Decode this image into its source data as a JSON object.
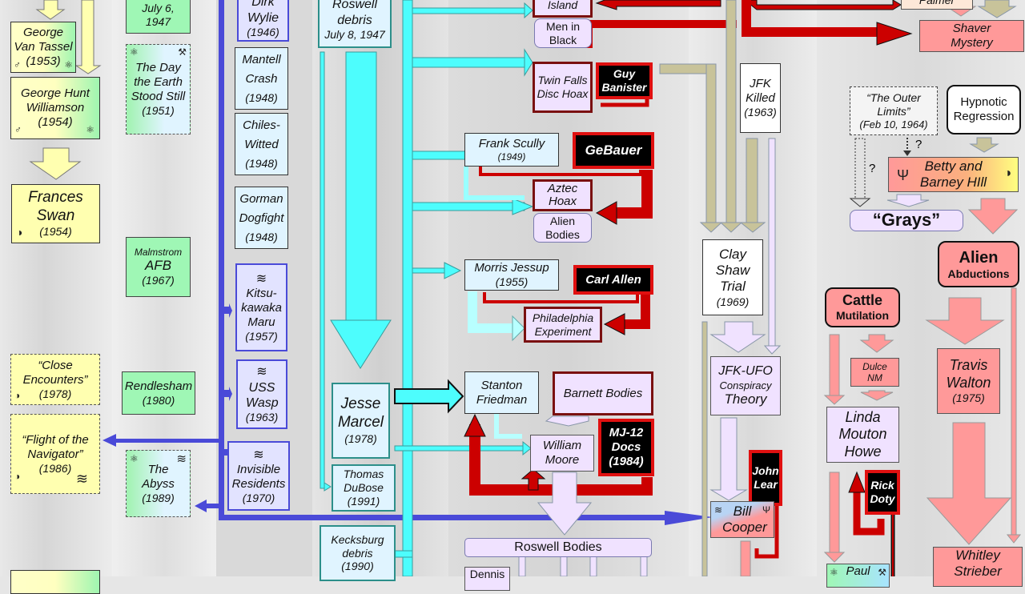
{
  "diagram": {
    "title": "UFO mythology flow chart (partial view)",
    "icons": {
      "alien_head": "alien-head-icon",
      "atom": "atom-icon",
      "wave": "wave-icon",
      "wrench": "wrench-icon",
      "telepathy": "telepathy-head-icon",
      "trident": "trident-icon"
    },
    "colors": {
      "blue_arrow": "#4a4ad8",
      "cyan_arrow": "#4dfdfd",
      "red_arrow": "#c00000",
      "tan_arrow": "#c8c39a",
      "salmon": "#f99999",
      "lavender": "#f0e2ff"
    }
  },
  "nodes": {
    "george_van_tassel": {
      "name": "George Van Tassel",
      "year": "(1953)"
    },
    "george_hunt_williamson": {
      "name": "George Hunt Williamson",
      "year": "(1954)"
    },
    "frances_swan": {
      "name": "Frances Swan",
      "year": "(1954)"
    },
    "close_encounters": {
      "name": "“Close Encounters”",
      "year": "(1978)"
    },
    "flight_navigator": {
      "name": "“Flight of the Navigator”",
      "year": "(1986)"
    },
    "july6": {
      "name": "July 6,",
      "year": "1947"
    },
    "day_earth_stood_still": {
      "name": "The Day the Earth Stood Still",
      "year": "(1951)"
    },
    "malmstrom": {
      "name": "Malmstrom",
      "sub": "AFB",
      "year": "(1967)"
    },
    "rendlesham": {
      "name": "Rendlesham",
      "year": "(1980)"
    },
    "the_abyss": {
      "name": "The Abyss",
      "year": "(1989)"
    },
    "dirk_wylie": {
      "name": "Dirk Wylie",
      "year": "(1946)"
    },
    "mantell": {
      "name": "Mantell Crash",
      "year": "(1948)"
    },
    "chiles_witted": {
      "name": "Chiles-Witted",
      "year": "(1948)"
    },
    "gorman": {
      "name": "Gorman Dogfight",
      "year": "(1948)"
    },
    "kitsukawaka": {
      "name": "Kitsu-kawaka Maru",
      "year": "(1957)"
    },
    "uss_wasp": {
      "name": "USS Wasp",
      "year": "(1963)"
    },
    "invisible_residents": {
      "name": "Invisible Residents",
      "year": "(1970)"
    },
    "roswell_debris": {
      "name": "Roswell debris",
      "year": "July 8, 1947"
    },
    "jesse_marcel": {
      "name": "Jesse Marcel",
      "year": "(1978)"
    },
    "thomas_dubose": {
      "name": "Thomas DuBose",
      "year": "(1991)"
    },
    "kecksburg": {
      "name": "Kecksburg debris",
      "year": "(1990)"
    },
    "maury_island": {
      "name": "Island"
    },
    "men_in_black": {
      "name": "Men in Black"
    },
    "twin_falls": {
      "name": "Twin Falls Disc Hoax"
    },
    "guy_banister": {
      "name": "Guy Banister"
    },
    "frank_scully": {
      "name": "Frank Scully",
      "year": "(1949)"
    },
    "gebauer": {
      "name": "GeBauer"
    },
    "aztec_hoax": {
      "name": "Aztec Hoax"
    },
    "alien_bodies": {
      "name": "Alien Bodies"
    },
    "morris_jessup": {
      "name": "Morris Jessup",
      "year": "(1955)"
    },
    "carl_allen": {
      "name": "Carl Allen"
    },
    "philadelphia": {
      "name": "Philadelphia Experiment"
    },
    "stanton_friedman": {
      "name": "Stanton Friedman"
    },
    "barnett_bodies": {
      "name": "Barnett Bodies"
    },
    "william_moore": {
      "name": "William Moore"
    },
    "mj12": {
      "name": "MJ-12 Docs",
      "year": "(1984)"
    },
    "roswell_bodies": {
      "name": "Roswell Bodies"
    },
    "dennis": {
      "name": "Dennis"
    },
    "jfk_killed": {
      "name": "JFK Killed",
      "year": "(1963)"
    },
    "clay_shaw": {
      "name": "Clay Shaw Trial",
      "year": "(1969)"
    },
    "jfk_ufo": {
      "name": "JFK-UFO",
      "sub": "Conspiracy",
      "tail": "Theory"
    },
    "john_lear": {
      "name": "John Lear"
    },
    "bill_cooper": {
      "name": "Bill Cooper"
    },
    "palmer": {
      "name": "Palmer"
    },
    "shaver_mystery": {
      "name": "Shaver Mystery"
    },
    "outer_limits": {
      "name": "“The Outer Limits”",
      "year": "(Feb 10, 1964)"
    },
    "hypnotic_regression": {
      "name": "Hypnotic Regression"
    },
    "betty_barney": {
      "name": "Betty and Barney HIll"
    },
    "grays": {
      "name": "“Grays”"
    },
    "question": {
      "label": "?"
    },
    "alien_abductions": {
      "name": "Alien",
      "sub": "Abductions"
    },
    "cattle_mutilation": {
      "name": "Cattle",
      "sub": "Mutilation"
    },
    "dulce": {
      "name": "Dulce NM"
    },
    "linda_howe": {
      "name": "Linda Mouton Howe"
    },
    "rick_doty": {
      "name": "Rick Doty"
    },
    "paul": {
      "name": "Paul"
    },
    "travis_walton": {
      "name": "Travis Walton",
      "year": "(1975)"
    },
    "whitley_strieber": {
      "name": "Whitley Strieber"
    }
  },
  "glyphs": {
    "atom": "⚛",
    "wave": "≋",
    "alien": "♂",
    "wrench": "⚒",
    "telepathy": "◑",
    "trident": "Ψ"
  }
}
